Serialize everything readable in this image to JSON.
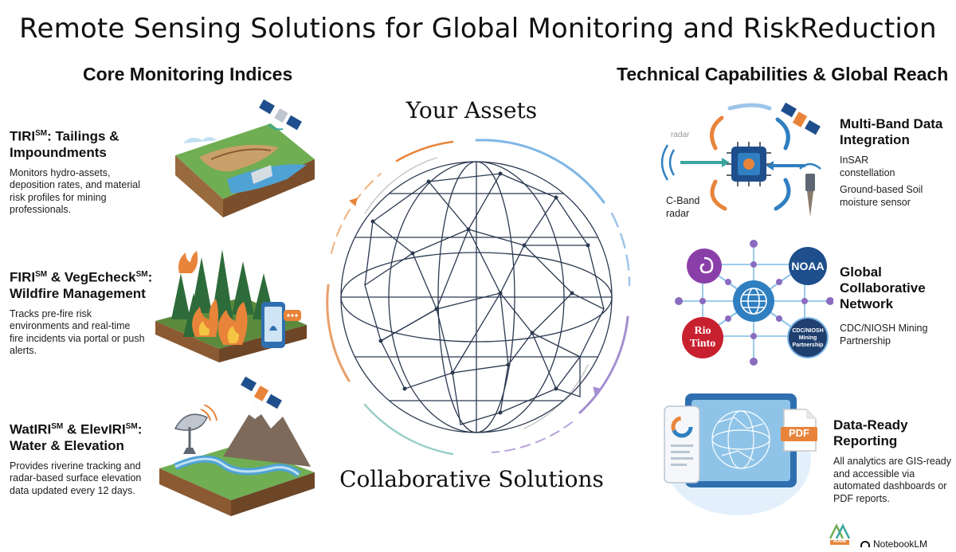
{
  "title": "Remote Sensing Solutions for Global Monitoring and RiskReduction",
  "left_header": "Core Monitoring Indices",
  "right_header": "Technical Capabilities & Global Reach",
  "center": {
    "top_label": "Your Assets",
    "bottom_label": "Collaborative Solutions"
  },
  "left_items": [
    {
      "title_parts": [
        "TIRI",
        "SM",
        ": Tailings &",
        "Impoundments"
      ],
      "desc": "Monitors hydro-assets, deposition rates, and material risk profiles for mining professionals."
    },
    {
      "title_parts": [
        "FIRI",
        "SM",
        " & VegEcheck",
        "SM",
        ":",
        "Wildfire Management"
      ],
      "desc": "Tracks pre-fire risk environments and real-time fire incidents via portal or push alerts."
    },
    {
      "title_parts": [
        "WatIRI",
        "SM",
        " & ElevIRI",
        "SM",
        ":",
        "Water & Elevation"
      ],
      "desc": "Provides riverine tracking and radar-based surface elevation data updated every 12 days."
    }
  ],
  "right_items": [
    {
      "title": "Multi-Band Data Integration",
      "labels": [
        "InSAR constellation",
        "Ground-based Soil moisture sensor"
      ],
      "side_label": "C-Band radar",
      "faint_text": "radar"
    },
    {
      "title": "Global Collaborative Network",
      "labels": [
        "CDC/NIOSH Mining Partnership"
      ],
      "logos": {
        "noaa": "NOAA",
        "rio_line1": "Rio",
        "rio_line2": "Tinto",
        "cdc_line1": "CDC/NIOSH",
        "cdc_line2": "Mining",
        "cdc_line3": "Partnership"
      }
    },
    {
      "title": "Data-Ready Reporting",
      "desc": "All analytics are GIS-ready and accessible via automated dashboards or PDF reports.",
      "pdf_badge": "PDF"
    }
  ],
  "footer": {
    "brand": "NotebookLM",
    "logo_text": "AAM"
  },
  "colors": {
    "orange": "#e8843a",
    "blue": "#2f7fc1",
    "teal": "#3aa6a0",
    "purple": "#8a6bbf",
    "navy": "#1f4e8c",
    "red": "#c8202f"
  },
  "icons": [
    "satellite-icon",
    "globe-wireframe-icon",
    "chip-icon",
    "radar-dish-icon",
    "soil-sensor-icon",
    "phone-alert-icon",
    "pdf-icon",
    "tablet-icon"
  ]
}
